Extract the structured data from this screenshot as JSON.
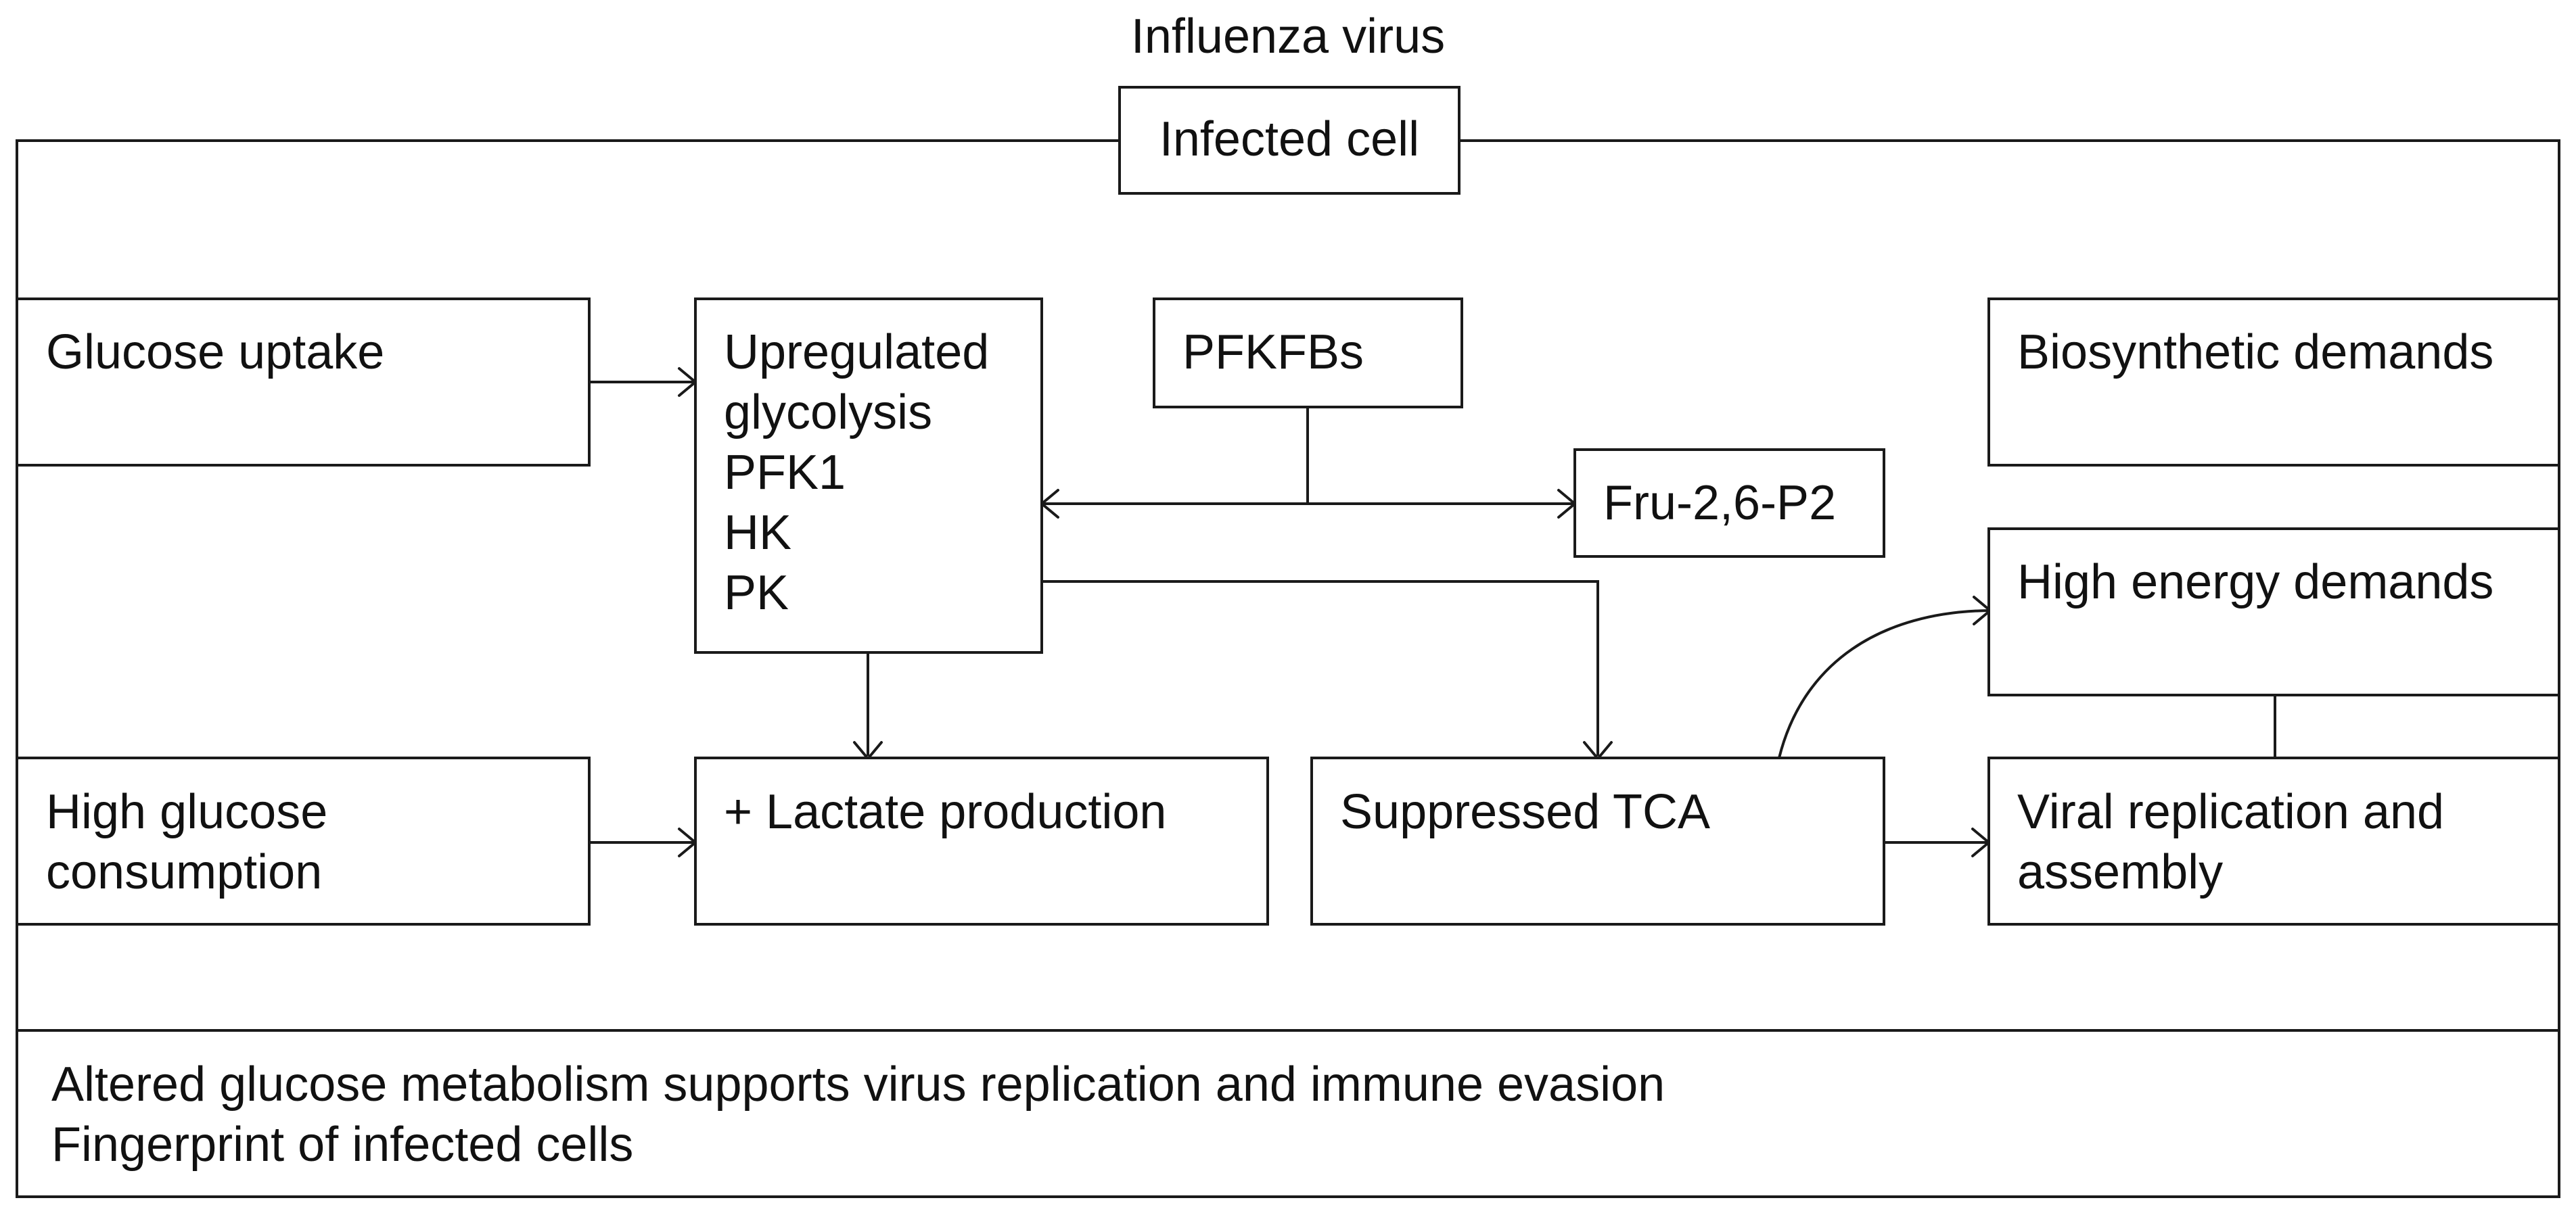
{
  "title": "Influenza virus",
  "cell_label": "Infected cell",
  "nodes": {
    "glucose_uptake": [
      "Glucose uptake"
    ],
    "glycolysis": [
      "Upregulated",
      "glycolysis",
      "PFK1",
      "HK",
      "PK"
    ],
    "pfkfbs": [
      "PFKFBs"
    ],
    "fru26p2": [
      "Fru-2,6-P2"
    ],
    "biosynthetic": [
      "Biosynthetic demands"
    ],
    "high_energy": [
      "High energy demands"
    ],
    "high_glucose": [
      "High glucose",
      "consumption"
    ],
    "lactate": [
      "+ Lactate production"
    ],
    "tca": [
      "Suppressed TCA"
    ],
    "viral": [
      "Viral replication and",
      "assembly"
    ]
  },
  "summary": [
    "Altered glucose metabolism supports virus replication and immune evasion",
    "Fingerprint of infected cells"
  ]
}
